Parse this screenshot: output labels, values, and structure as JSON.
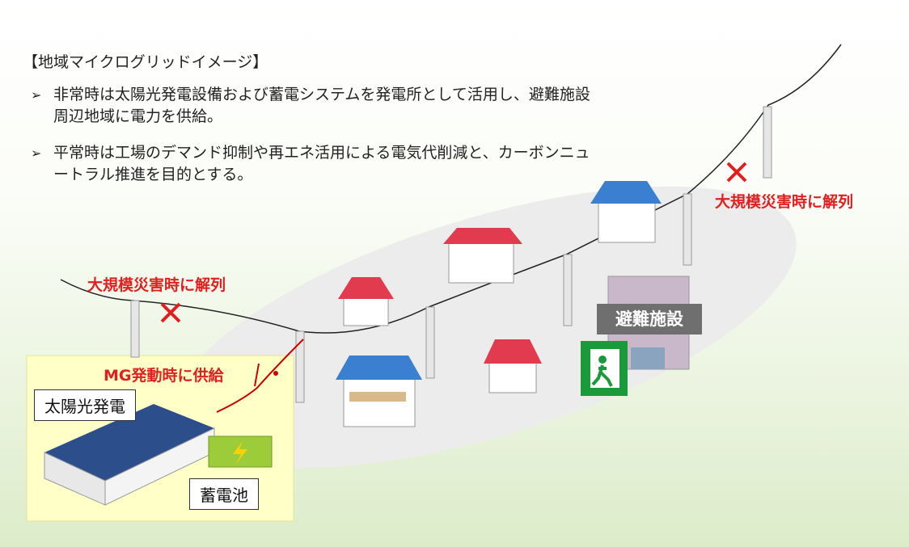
{
  "title": "【地域マイクログリッドイメージ】",
  "bullets": [
    {
      "marker": "➢",
      "text": "非常時は太陽光発電設備および蓄電システムを発電所として活用し、避難施設周辺地域に電力を供給。"
    },
    {
      "marker": "➢",
      "text": "平常時は工場のデマンド抑制や再エネ活用による電気代削減と、カーボンニュートラル推進を目的とする。"
    }
  ],
  "labels": {
    "disconnect_left": "大規模災害時に解列",
    "disconnect_right": "大規模災害時に解列",
    "mg_supply": "MG発動時に供給",
    "solar": "太陽光発電",
    "battery": "蓄電池",
    "shelter": "避難施設"
  },
  "colors": {
    "accent_red": "#e02020",
    "box_yellow": "#ffffc8",
    "exit_green": "#1a9a3a"
  }
}
